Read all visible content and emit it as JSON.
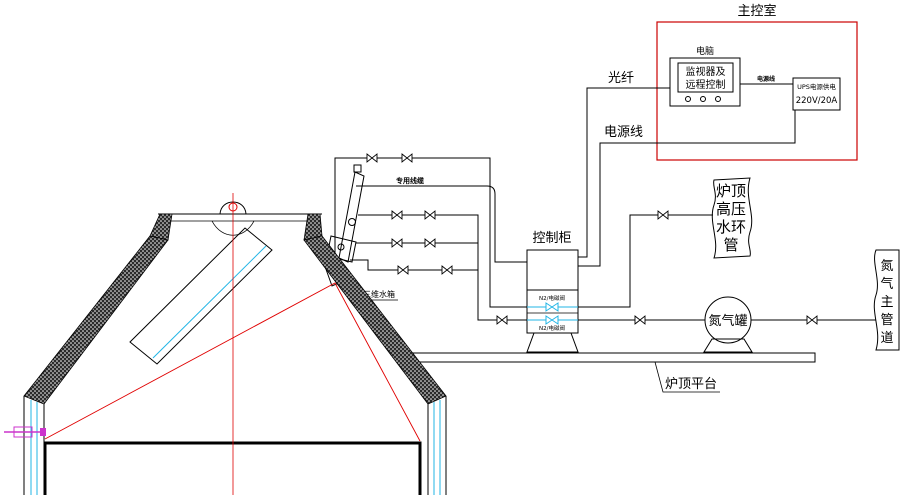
{
  "control_room": {
    "title": "主控室"
  },
  "computer": {
    "label": "电脑",
    "screen_lines": [
      "监视器及",
      "远程控制"
    ]
  },
  "ups": {
    "lines": [
      "UPS电源供电",
      "220V/20A"
    ]
  },
  "cables": {
    "fiber": "光纤",
    "power": "电源线",
    "ups_power": "电源线",
    "special": "专用线缆"
  },
  "cabinet": {
    "title": "控制柜",
    "valve_labels": [
      "N2/电磁阀",
      "N2/电磁阀"
    ]
  },
  "water_ring": {
    "lines": [
      "炉顶",
      "高压",
      "水环",
      "管"
    ]
  },
  "nitrogen_main": {
    "lines": [
      "氮",
      "气",
      "主",
      "管",
      "道"
    ]
  },
  "nitrogen_tank": {
    "label": "氮气罐"
  },
  "platform": {
    "label": "炉顶平台"
  },
  "water_box": {
    "label": "三维水箱"
  },
  "colors": {
    "frame": "#cc0000",
    "sight_line": "#e00000",
    "cooling": "#22b5e6",
    "purge": "#cc33cc"
  }
}
